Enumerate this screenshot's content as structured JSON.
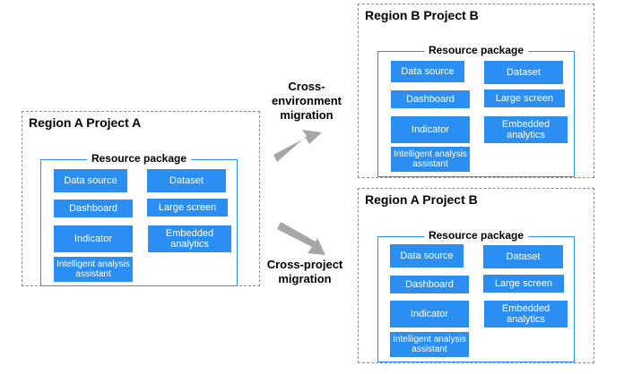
{
  "source": {
    "title": "Region A Project A",
    "package_title": "Resource package",
    "items": {
      "data_source": "Data source",
      "dataset": "Dataset",
      "dashboard": "Dashboard",
      "large_screen": "Large screen",
      "indicator": "Indicator",
      "embedded_analytics": "Embedded analytics",
      "intelligent_analysis_assistant": "Intelligent analysis assistant"
    }
  },
  "target_env": {
    "title": "Region B Project B",
    "package_title": "Resource package",
    "items": {
      "data_source": "Data source",
      "dataset": "Dataset",
      "dashboard": "Dashboard",
      "large_screen": "Large screen",
      "indicator": "Indicator",
      "embedded_analytics": "Embedded analytics",
      "intelligent_analysis_assistant": "Intelligent analysis assistant"
    }
  },
  "target_project": {
    "title": "Region A Project B",
    "package_title": "Resource package",
    "items": {
      "data_source": "Data source",
      "dataset": "Dataset",
      "dashboard": "Dashboard",
      "large_screen": "Large screen",
      "indicator": "Indicator",
      "embedded_analytics": "Embedded analytics",
      "intelligent_analysis_assistant": "Intelligent analysis assistant"
    }
  },
  "arrows": {
    "cross_environment": "Cross-environment migration",
    "cross_project": "Cross-project migration"
  },
  "colors": {
    "box": "#2b8ef3",
    "package_border": "#2a8ff0",
    "arrow": "#a6a6a6",
    "region_border": "#8c8c8c"
  }
}
